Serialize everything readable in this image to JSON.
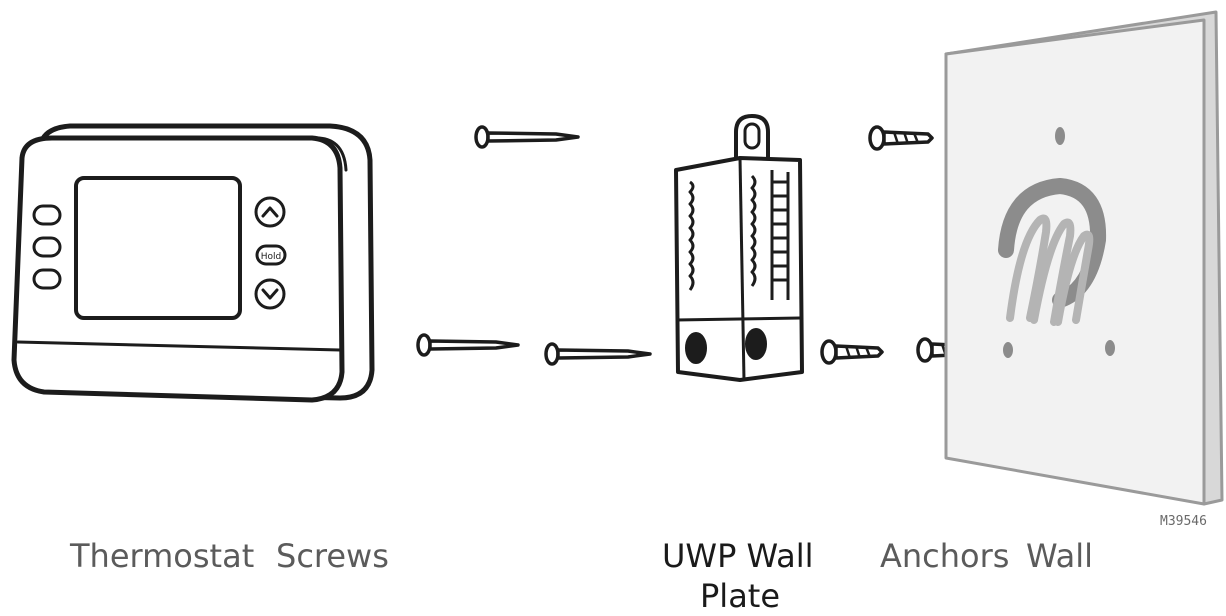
{
  "labels": {
    "thermostat": "Thermostat",
    "screws": "Screws",
    "uwp_line1": "UWP Wall",
    "uwp_line2": "Plate",
    "anchors": "Anchors",
    "wall": "Wall"
  },
  "figure_code": "M39546",
  "thermostat_buttons": {
    "hold": "Hold"
  },
  "colors": {
    "line": "#1c1c1c",
    "label": "#5b5b5b",
    "label_dark": "#1a1a1a",
    "wall_fill": "#eeeeee",
    "logo_gray": "#8c8c8c"
  }
}
